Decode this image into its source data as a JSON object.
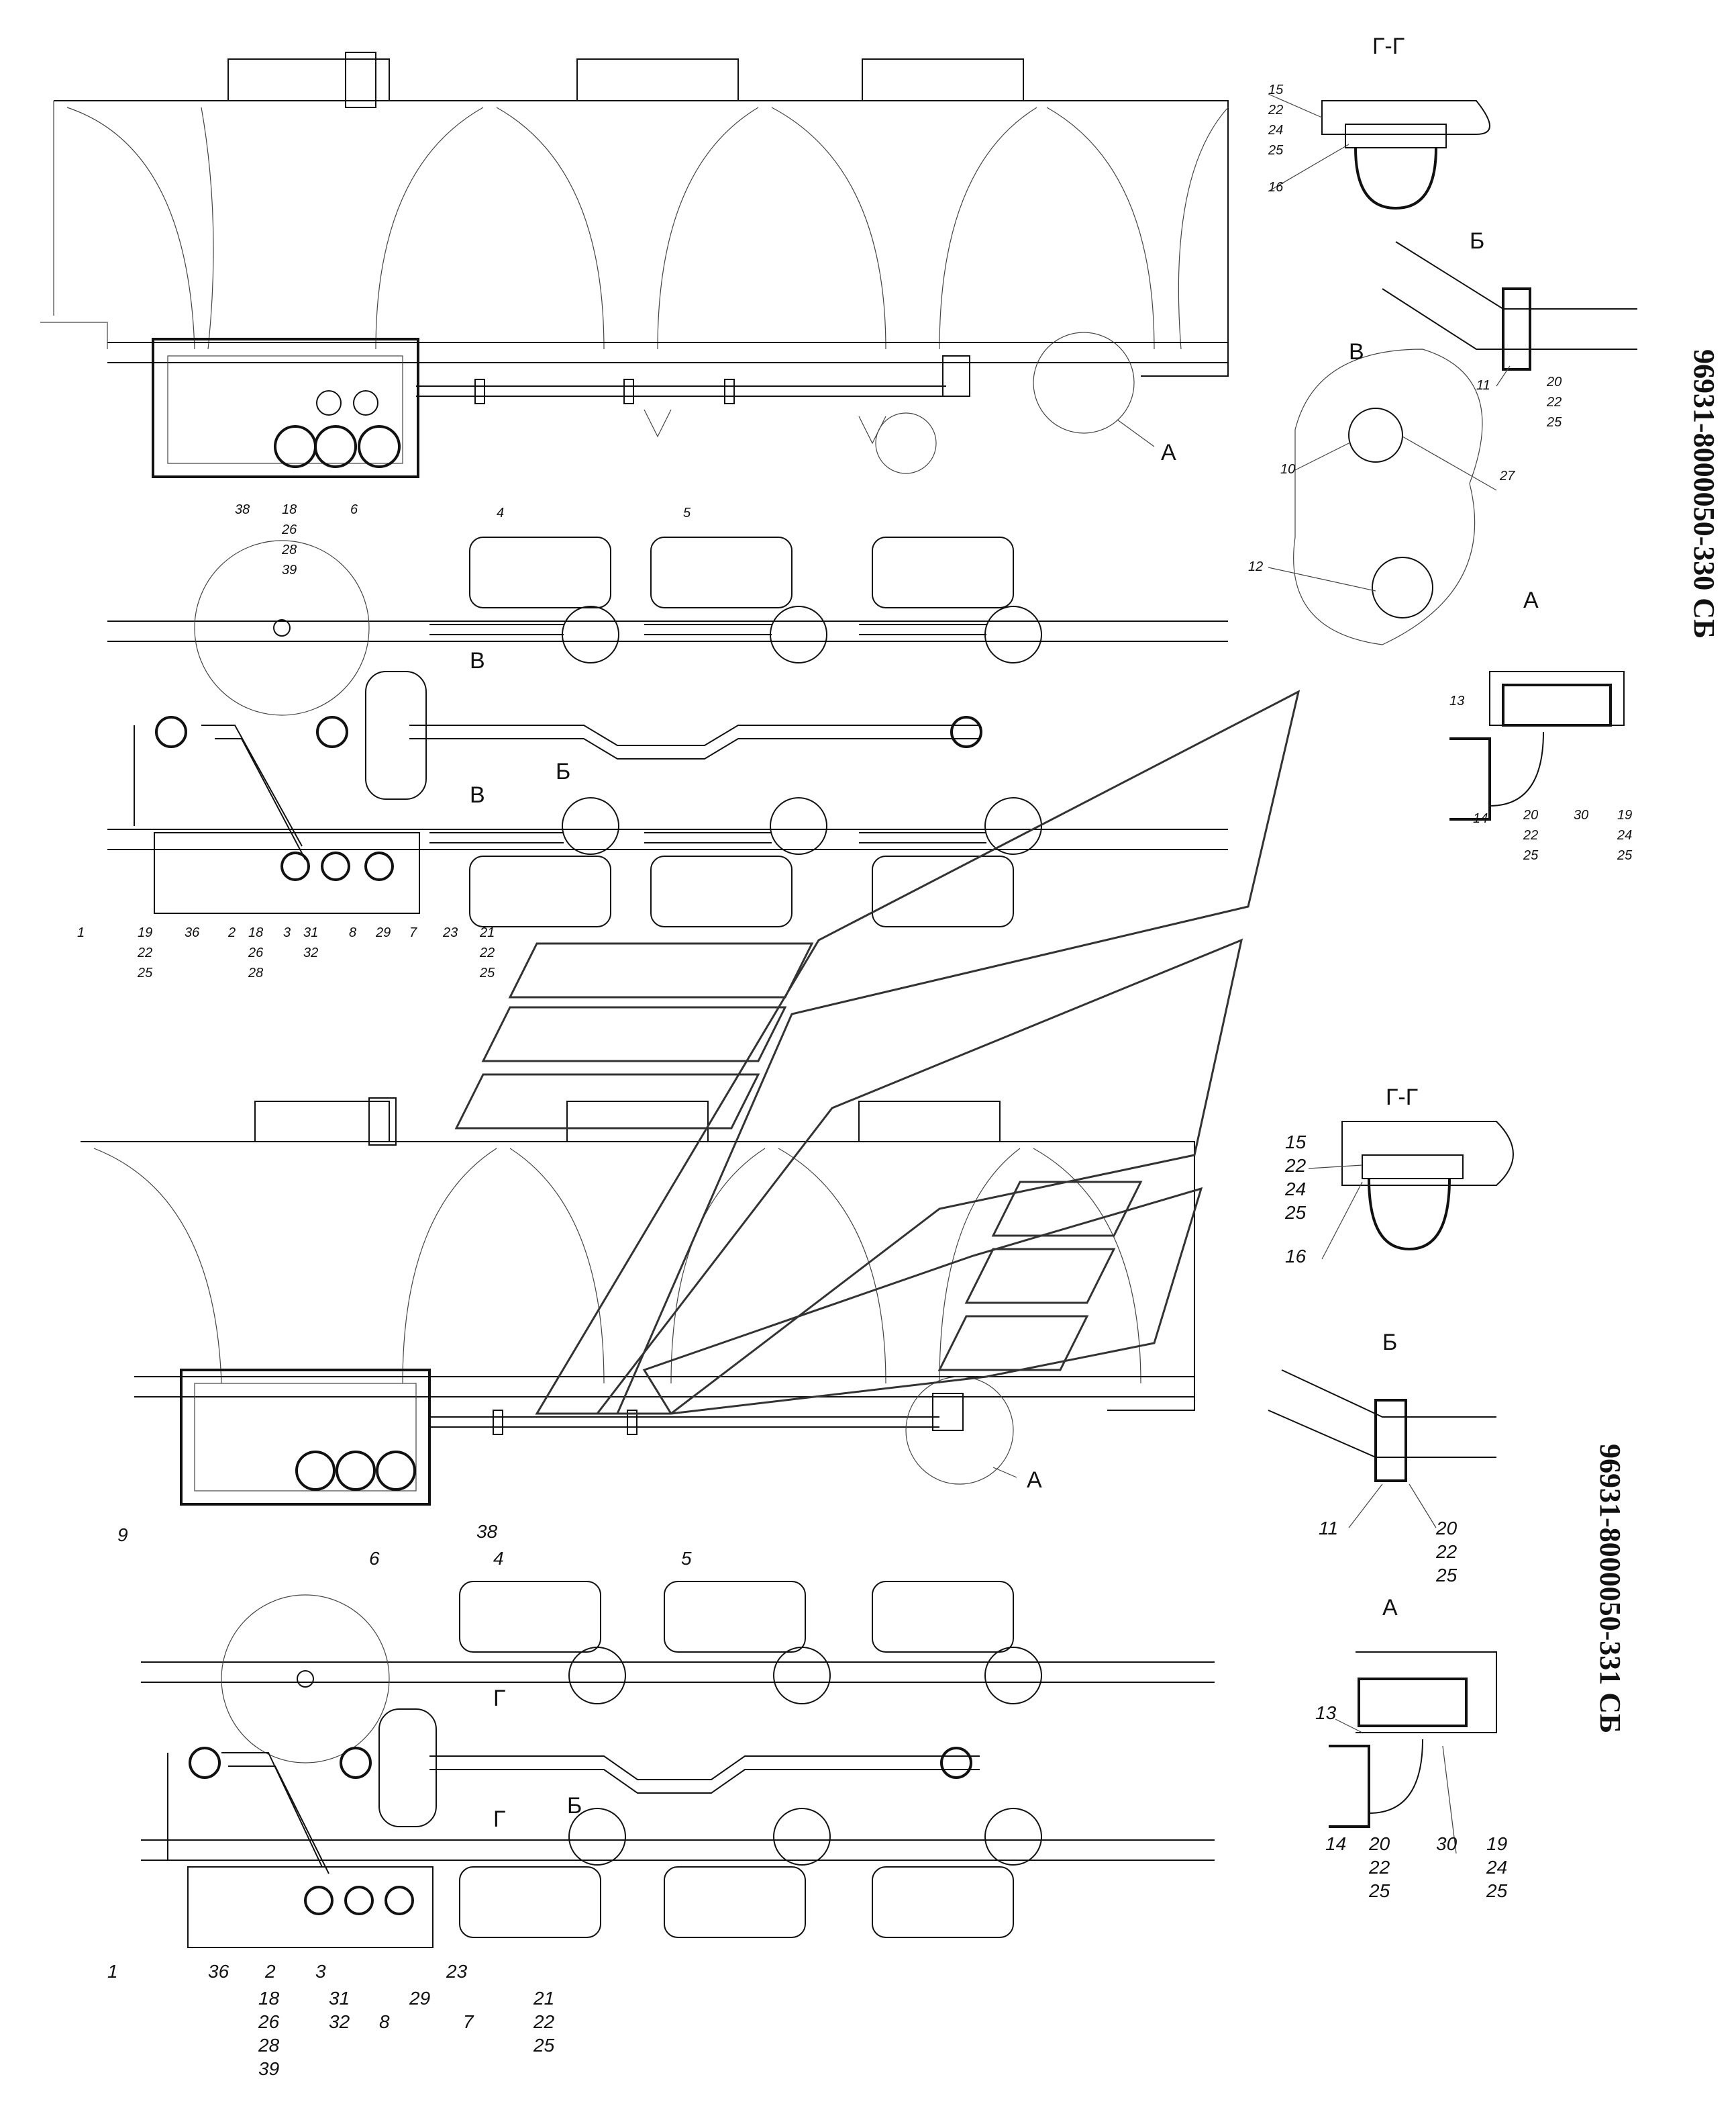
{
  "drawings": {
    "top": {
      "code": "96931-8000050-330 СБ",
      "side_labels": [
        {
          "text": "38"
        },
        {
          "text": "18"
        },
        {
          "text": "26"
        },
        {
          "text": "28"
        },
        {
          "text": "39"
        },
        {
          "text": "6"
        },
        {
          "text": "A"
        }
      ],
      "plan_labels": [
        {
          "text": "4"
        },
        {
          "text": "5"
        },
        {
          "text": "В"
        },
        {
          "text": "В"
        },
        {
          "text": "Б"
        },
        {
          "text": "1"
        },
        {
          "text": "19"
        },
        {
          "text": "22"
        },
        {
          "text": "25"
        },
        {
          "text": "36"
        },
        {
          "text": "2"
        },
        {
          "text": "18"
        },
        {
          "text": "26"
        },
        {
          "text": "28"
        },
        {
          "text": "3"
        },
        {
          "text": "31"
        },
        {
          "text": "32"
        },
        {
          "text": "8"
        },
        {
          "text": "29"
        },
        {
          "text": "7"
        },
        {
          "text": "23"
        },
        {
          "text": "21"
        },
        {
          "text": "22"
        },
        {
          "text": "25"
        }
      ],
      "detail_gg": {
        "title": "Г-Г",
        "labels": [
          "15",
          "22",
          "24",
          "25",
          "16"
        ]
      },
      "detail_b": {
        "title": "Б",
        "labels": [
          "11",
          "20",
          "22",
          "25"
        ]
      },
      "detail_v": {
        "title": "В",
        "labels": [
          "10",
          "27",
          "12"
        ]
      },
      "detail_a": {
        "title": "А",
        "labels": [
          "13",
          "14",
          "20",
          "22",
          "25",
          "30",
          "19",
          "24",
          "25"
        ]
      }
    },
    "bottom": {
      "code": "96931-8000050-331 СБ",
      "side_labels": [
        {
          "text": "9"
        },
        {
          "text": "38"
        },
        {
          "text": "А"
        }
      ],
      "plan_labels": [
        {
          "text": "6"
        },
        {
          "text": "4"
        },
        {
          "text": "5"
        },
        {
          "text": "Г"
        },
        {
          "text": "Г"
        },
        {
          "text": "Б"
        },
        {
          "text": "1"
        },
        {
          "text": "36"
        },
        {
          "text": "2"
        },
        {
          "text": "3"
        },
        {
          "text": "18"
        },
        {
          "text": "26"
        },
        {
          "text": "28"
        },
        {
          "text": "39"
        },
        {
          "text": "31"
        },
        {
          "text": "32"
        },
        {
          "text": "8"
        },
        {
          "text": "29"
        },
        {
          "text": "7"
        },
        {
          "text": "23"
        },
        {
          "text": "21"
        },
        {
          "text": "22"
        },
        {
          "text": "25"
        }
      ],
      "detail_gg": {
        "title": "Г-Г",
        "labels": [
          "15",
          "22",
          "24",
          "25",
          "16"
        ]
      },
      "detail_b": {
        "title": "Б",
        "labels": [
          "11",
          "20",
          "22",
          "25"
        ]
      },
      "detail_a": {
        "title": "А",
        "labels": [
          "13",
          "14",
          "20",
          "22",
          "25",
          "30",
          "19",
          "24",
          "25"
        ]
      }
    }
  }
}
